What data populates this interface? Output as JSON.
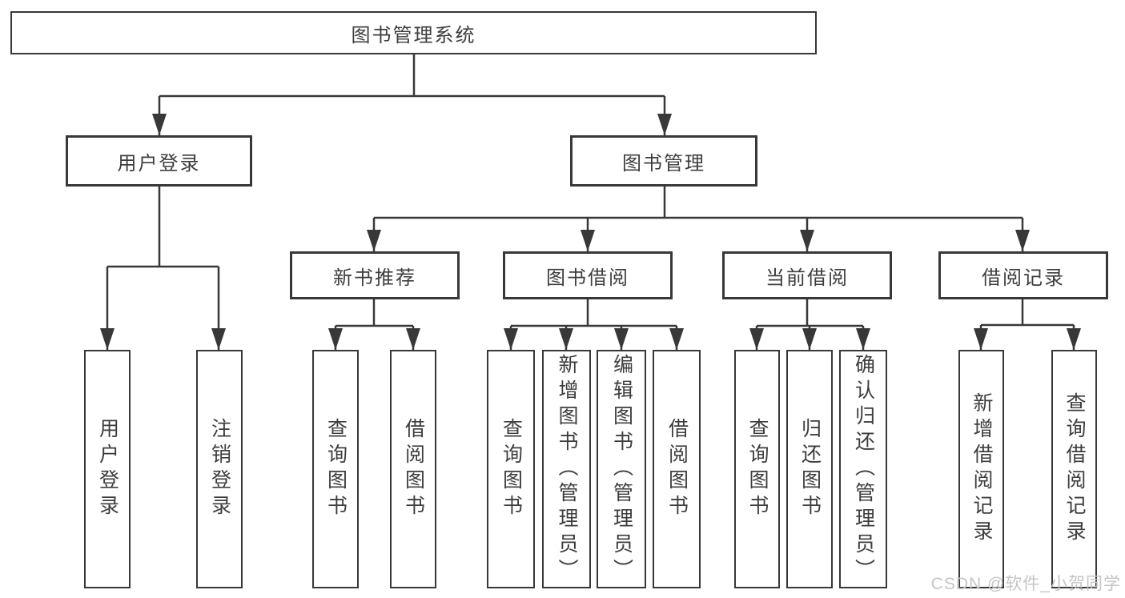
{
  "diagram": {
    "title": "图书管理系统",
    "root": {
      "label": "图书管理系统"
    },
    "level2": [
      {
        "label": "用户登录",
        "leaves": [
          "用户登录",
          "注销登录"
        ]
      },
      {
        "label": "图书管理",
        "children": [
          {
            "label": "新书推荐",
            "leaves": [
              "查询图书",
              "借阅图书"
            ]
          },
          {
            "label": "图书借阅",
            "leaves": [
              "查询图书",
              "新增图书（管理员）",
              "编辑图书（管理员）",
              "借阅图书"
            ]
          },
          {
            "label": "当前借阅",
            "leaves": [
              "查询图书",
              "归还图书",
              "确认归还（管理员）"
            ]
          },
          {
            "label": "借阅记录",
            "leaves": [
              "新增借阅记录",
              "查询借阅记录"
            ]
          }
        ]
      }
    ]
  },
  "watermark": {
    "text": "CSDN @软件_小贺同学"
  },
  "colors": {
    "line": "#383838",
    "border": "#383838",
    "text": "#3d3d3d",
    "background": "#ffffff",
    "watermark": "#c5c5c5"
  }
}
